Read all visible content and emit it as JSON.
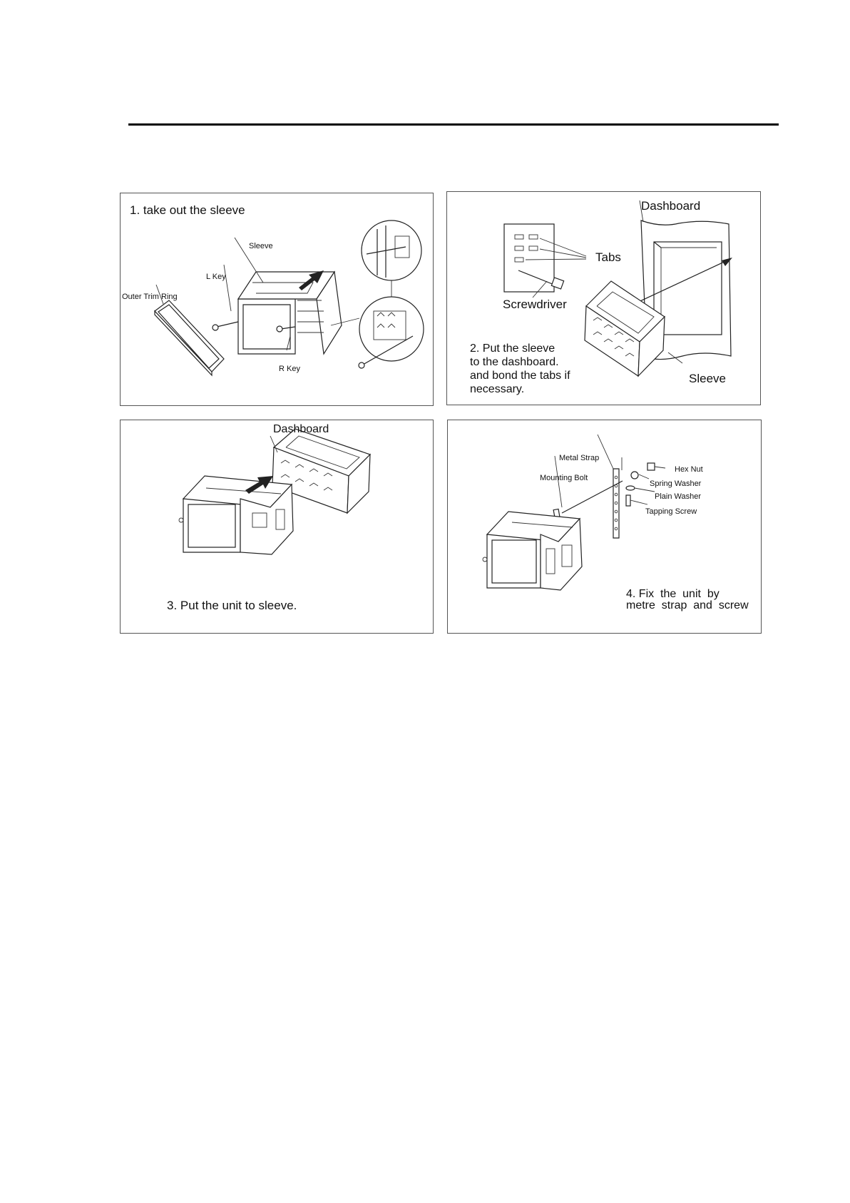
{
  "panels": {
    "step1": {
      "title": "1. take out the sleeve",
      "labels": {
        "sleeve": "Sleeve",
        "l_key": "L Key",
        "outer_trim_ring": "Outer Trim Ring",
        "r_key": "R Key"
      }
    },
    "step2": {
      "labels": {
        "dashboard": "Dashboard",
        "tabs": "Tabs",
        "screwdriver": "Screwdriver",
        "sleeve": "Sleeve"
      },
      "instruction_lines": [
        "2. Put the sleeve",
        "to the dashboard.",
        "and bond the tabs if",
        "necessary."
      ]
    },
    "step3": {
      "labels": {
        "dashboard": "Dashboard"
      },
      "instruction": "3. Put the unit to sleeve."
    },
    "step4": {
      "labels": {
        "metal_strap": "Metal Strap",
        "mounting_bolt": "Mounting Bolt",
        "hex_nut": "Hex Nut",
        "spring_washer": "Spring Washer",
        "plain_washer": "Plain Washer",
        "tapping_screw": "Tapping Screw"
      },
      "instruction_lines": [
        "4. Fix  the  unit  by",
        "metre  strap  and  screw"
      ]
    }
  }
}
